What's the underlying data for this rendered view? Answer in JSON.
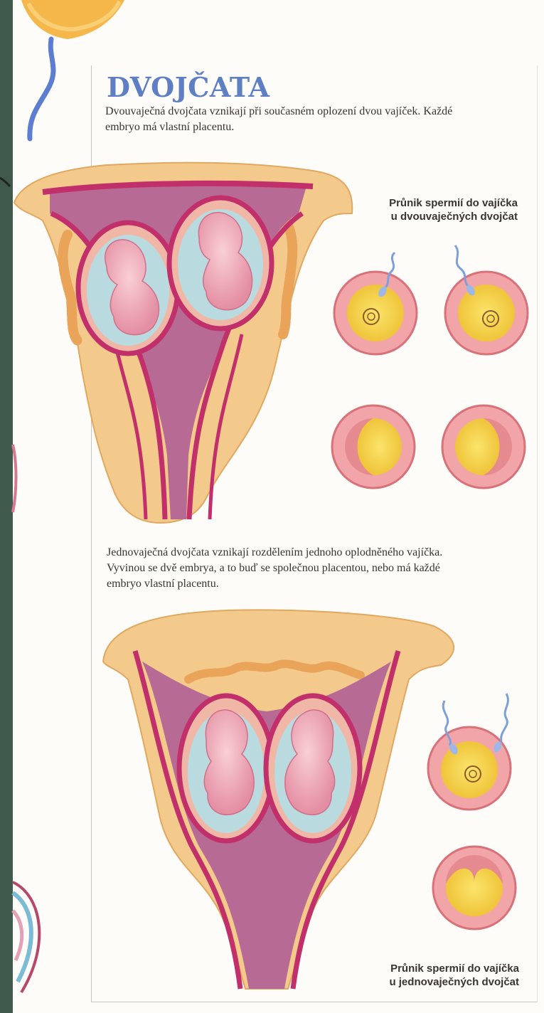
{
  "heading": "DVOJČATA",
  "intro": {
    "line1": "Dvouvaječná dvojčata vznikají při současném oplození dvou vajíček. Každé",
    "line2": "embryo má vlastní placentu."
  },
  "caption_top": {
    "line1": "Průnik spermií do vajíčka",
    "line2": "u dvouvaječných dvojčat"
  },
  "identical": {
    "line1": "Jednovaječná dvojčata vznikají rozdělením jednoho oplodněného vajíčka.",
    "line2": "Vyvinou se dvě embrya, a to buď se společnou placentou, nebo má každé",
    "line3": "embryo vlastní placentu."
  },
  "caption_bottom": {
    "line1": "Průnik spermií do vajíčka",
    "line2": "u jednovaječných dvojčat"
  },
  "colors": {
    "heading": "#5e7fc4",
    "uterus": "#f4c98c",
    "lining": "#c2306b",
    "cavity": "#b76a93",
    "amnion": "#b9dbe0",
    "egg_ring": "#f2a5a8",
    "yolk": "#f3de3c",
    "sperm": "#7f9fd9"
  },
  "icons": [
    "dandelion-flower-icon",
    "sperm-icon",
    "egg-cell-icon",
    "embryo-icon"
  ]
}
